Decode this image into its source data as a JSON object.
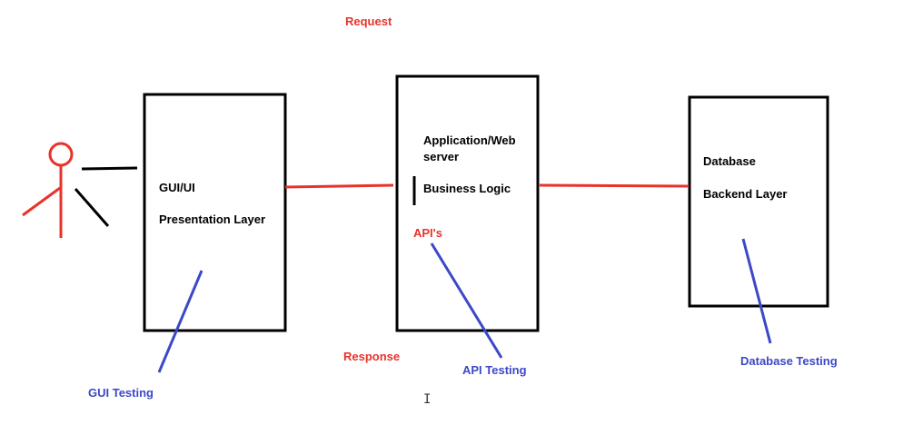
{
  "labels": {
    "request": "Request",
    "response": "Response",
    "gui_box": {
      "line1": "GUI/UI",
      "line2": "Presentation Layer"
    },
    "app_box": {
      "line1": "Application/Web",
      "line2": "server",
      "line3": "Business Logic",
      "apis": "API's"
    },
    "db_box": {
      "line1": "Database",
      "line2": "Backend Layer"
    },
    "gui_testing": "GUI Testing",
    "api_testing": "API Testing",
    "database_testing": "Database Testing"
  },
  "icons": {
    "user": "stick-figure-icon",
    "cursor": "text-cursor-icon"
  },
  "colors": {
    "connector": "#e8322a",
    "testing": "#3c48c8",
    "box_stroke": "#000000",
    "figure": "#e8322a"
  }
}
